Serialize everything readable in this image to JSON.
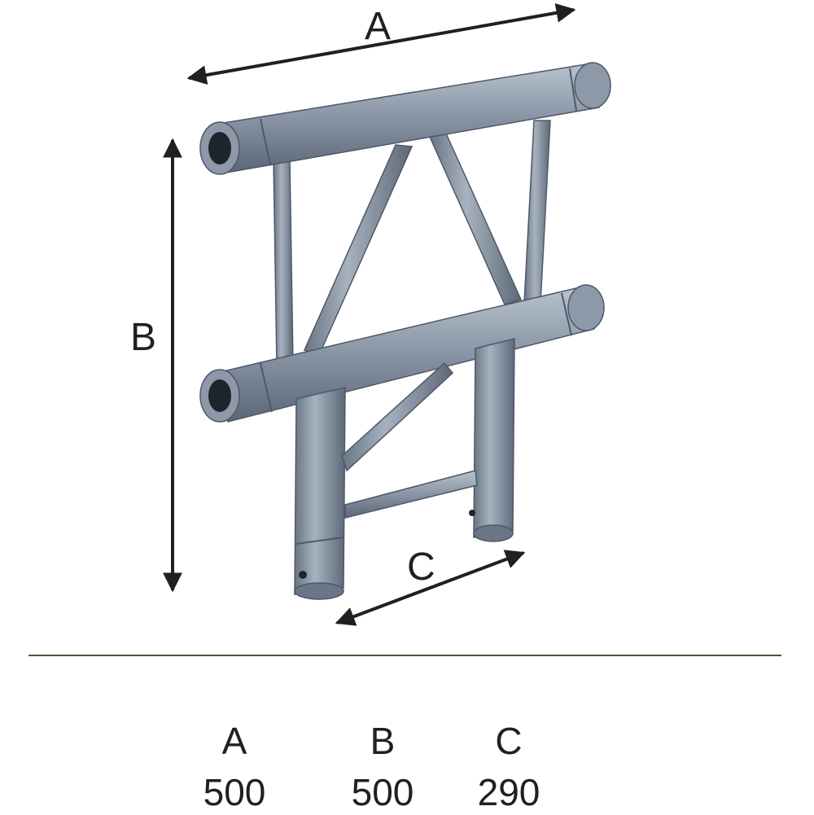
{
  "dimension_labels": {
    "a": "A",
    "b": "B",
    "c": "C"
  },
  "specs": [
    {
      "label": "A",
      "value": "500"
    },
    {
      "label": "B",
      "value": "500"
    },
    {
      "label": "C",
      "value": "290"
    }
  ],
  "colors": {
    "tube": "#8a96a6",
    "tube_dark": "#5d6878",
    "tube_light": "#b5c0cd",
    "line": "#231f20",
    "divider": "#4a5a3a"
  }
}
